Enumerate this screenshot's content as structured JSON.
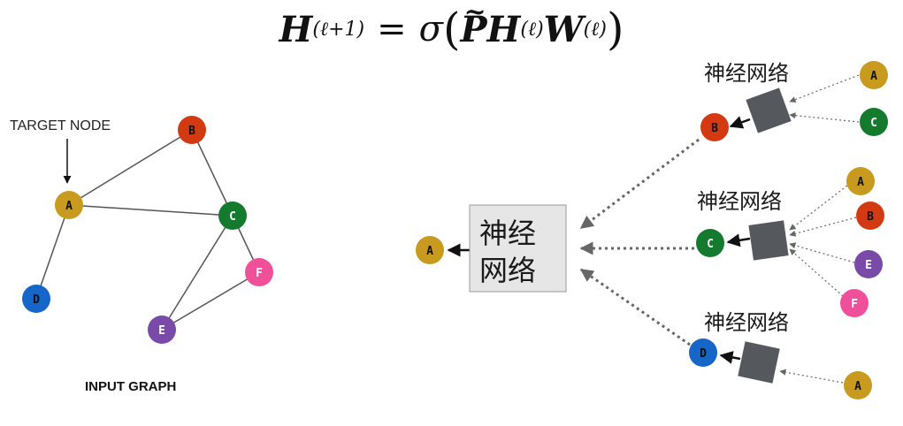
{
  "formula": {
    "lhs": "H",
    "lhs_sup": "(ℓ+1)",
    "equals": "=",
    "sigma": "σ",
    "open_paren": "(",
    "p": "P",
    "tilde": "~",
    "h": "H",
    "h_sup": "(ℓ)",
    "w": "W",
    "w_sup": "(ℓ)",
    "close_paren": ")"
  },
  "input_graph": {
    "caption": "INPUT GRAPH",
    "target_label": "TARGET NODE",
    "nodes": {
      "A": {
        "label": "A",
        "color": "#C89A1E"
      },
      "B": {
        "label": "B",
        "color": "#D43A12"
      },
      "C": {
        "label": "C",
        "color": "#137A2E"
      },
      "D": {
        "label": "D",
        "color": "#1566C8"
      },
      "E": {
        "label": "E",
        "color": "#7A4AA8"
      },
      "F": {
        "label": "F",
        "color": "#F0509A"
      }
    }
  },
  "computation_graph": {
    "big_box_label_line1": "神经",
    "big_box_label_line2": "网络",
    "nn_label": "神经网络",
    "target": "A",
    "branches": [
      {
        "node": "B",
        "inputs": [
          "A",
          "C"
        ]
      },
      {
        "node": "C",
        "inputs": [
          "A",
          "B",
          "E",
          "F"
        ]
      },
      {
        "node": "D",
        "inputs": [
          "A"
        ]
      }
    ]
  }
}
